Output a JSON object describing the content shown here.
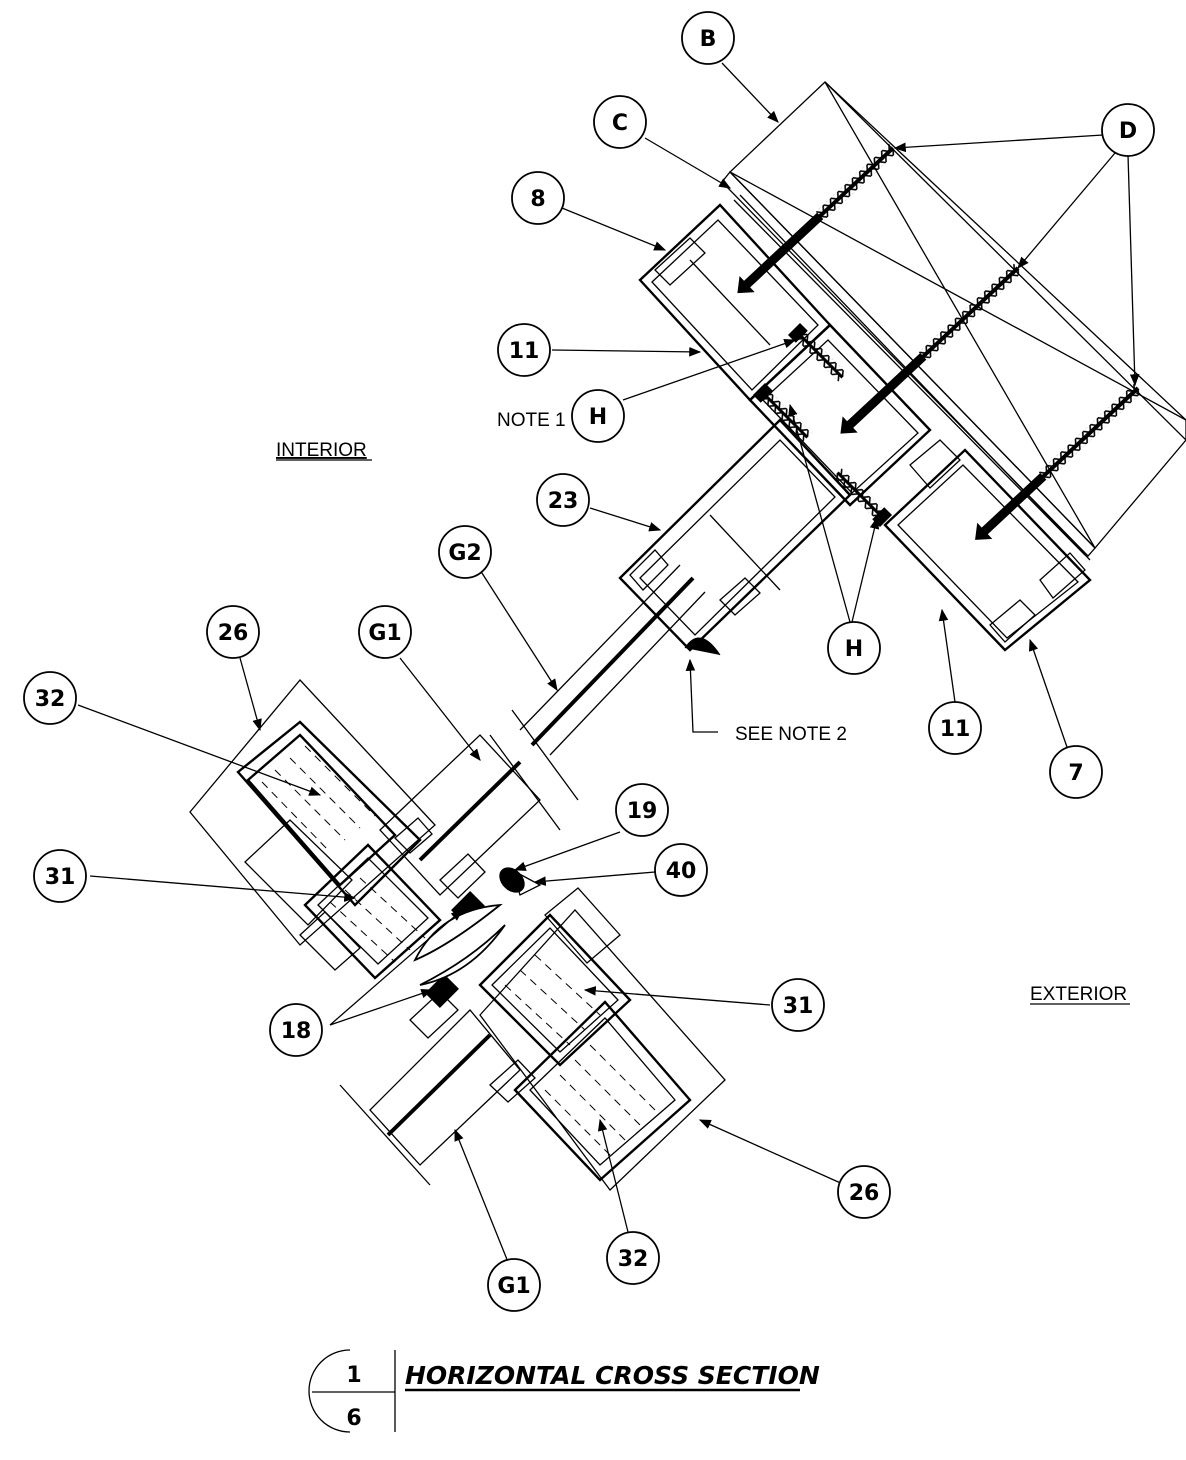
{
  "zones": {
    "interior": "INTERIOR",
    "exterior": "EXTERIOR"
  },
  "notes": {
    "note1": "NOTE 1",
    "note2": "SEE NOTE 2"
  },
  "title": {
    "text": "HORIZONTAL CROSS SECTION",
    "number": "1",
    "sheet": "6"
  },
  "callouts": {
    "b": "B",
    "c": "C",
    "d": "D",
    "n8": "8",
    "n11a": "11",
    "h1": "H",
    "n23": "23",
    "g2": "G2",
    "h2": "H",
    "n11b": "11",
    "n7": "7",
    "n26a": "26",
    "g1a": "G1",
    "n32a": "32",
    "n19": "19",
    "n40": "40",
    "n31a": "31",
    "n31b": "31",
    "n18": "18",
    "n26b": "26",
    "n32b": "32",
    "g1b": "G1"
  }
}
